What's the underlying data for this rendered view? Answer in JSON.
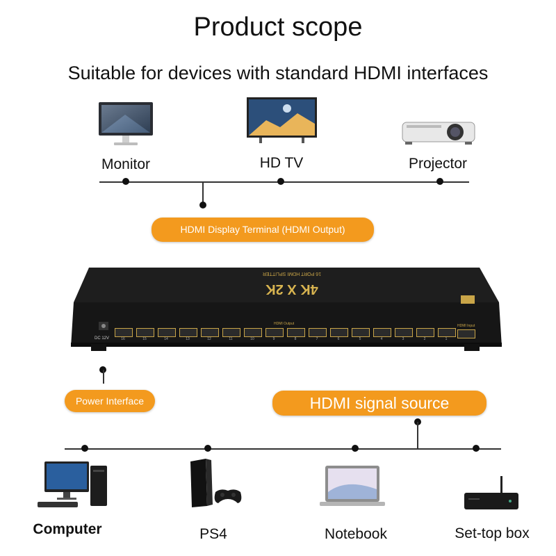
{
  "title": "Product scope",
  "subtitle": "Suitable for devices with standard HDMI interfaces",
  "output_devices": [
    {
      "label": "Monitor",
      "icon": "monitor-icon"
    },
    {
      "label": "HD TV",
      "icon": "tv-icon"
    },
    {
      "label": "Projector",
      "icon": "projector-icon"
    }
  ],
  "output_terminal_label": "HDMI Display Terminal (HDMI Output)",
  "splitter": {
    "model_text": "4K X 2K",
    "subtext": "16 PORT  HDMI SPLITTER",
    "power_text": "DC 12V",
    "output_group_label": "HDMI Output",
    "input_label": "HDMI Input",
    "port_numbers": [
      "16",
      "15",
      "14",
      "13",
      "12",
      "11",
      "10",
      "9",
      "8",
      "7",
      "6",
      "5",
      "4",
      "3",
      "2",
      "1"
    ]
  },
  "power_label": "Power Interface",
  "signal_source_label": "HDMI signal source",
  "input_devices": [
    {
      "label": "Computer",
      "icon": "computer-icon"
    },
    {
      "label": "PS4",
      "icon": "ps4-icon"
    },
    {
      "label": "Notebook",
      "icon": "laptop-icon"
    },
    {
      "label": "Set-top box",
      "icon": "settop-box-icon"
    }
  ],
  "colors": {
    "accent": "#f39a1e",
    "device_body": "#1c1c1c"
  }
}
